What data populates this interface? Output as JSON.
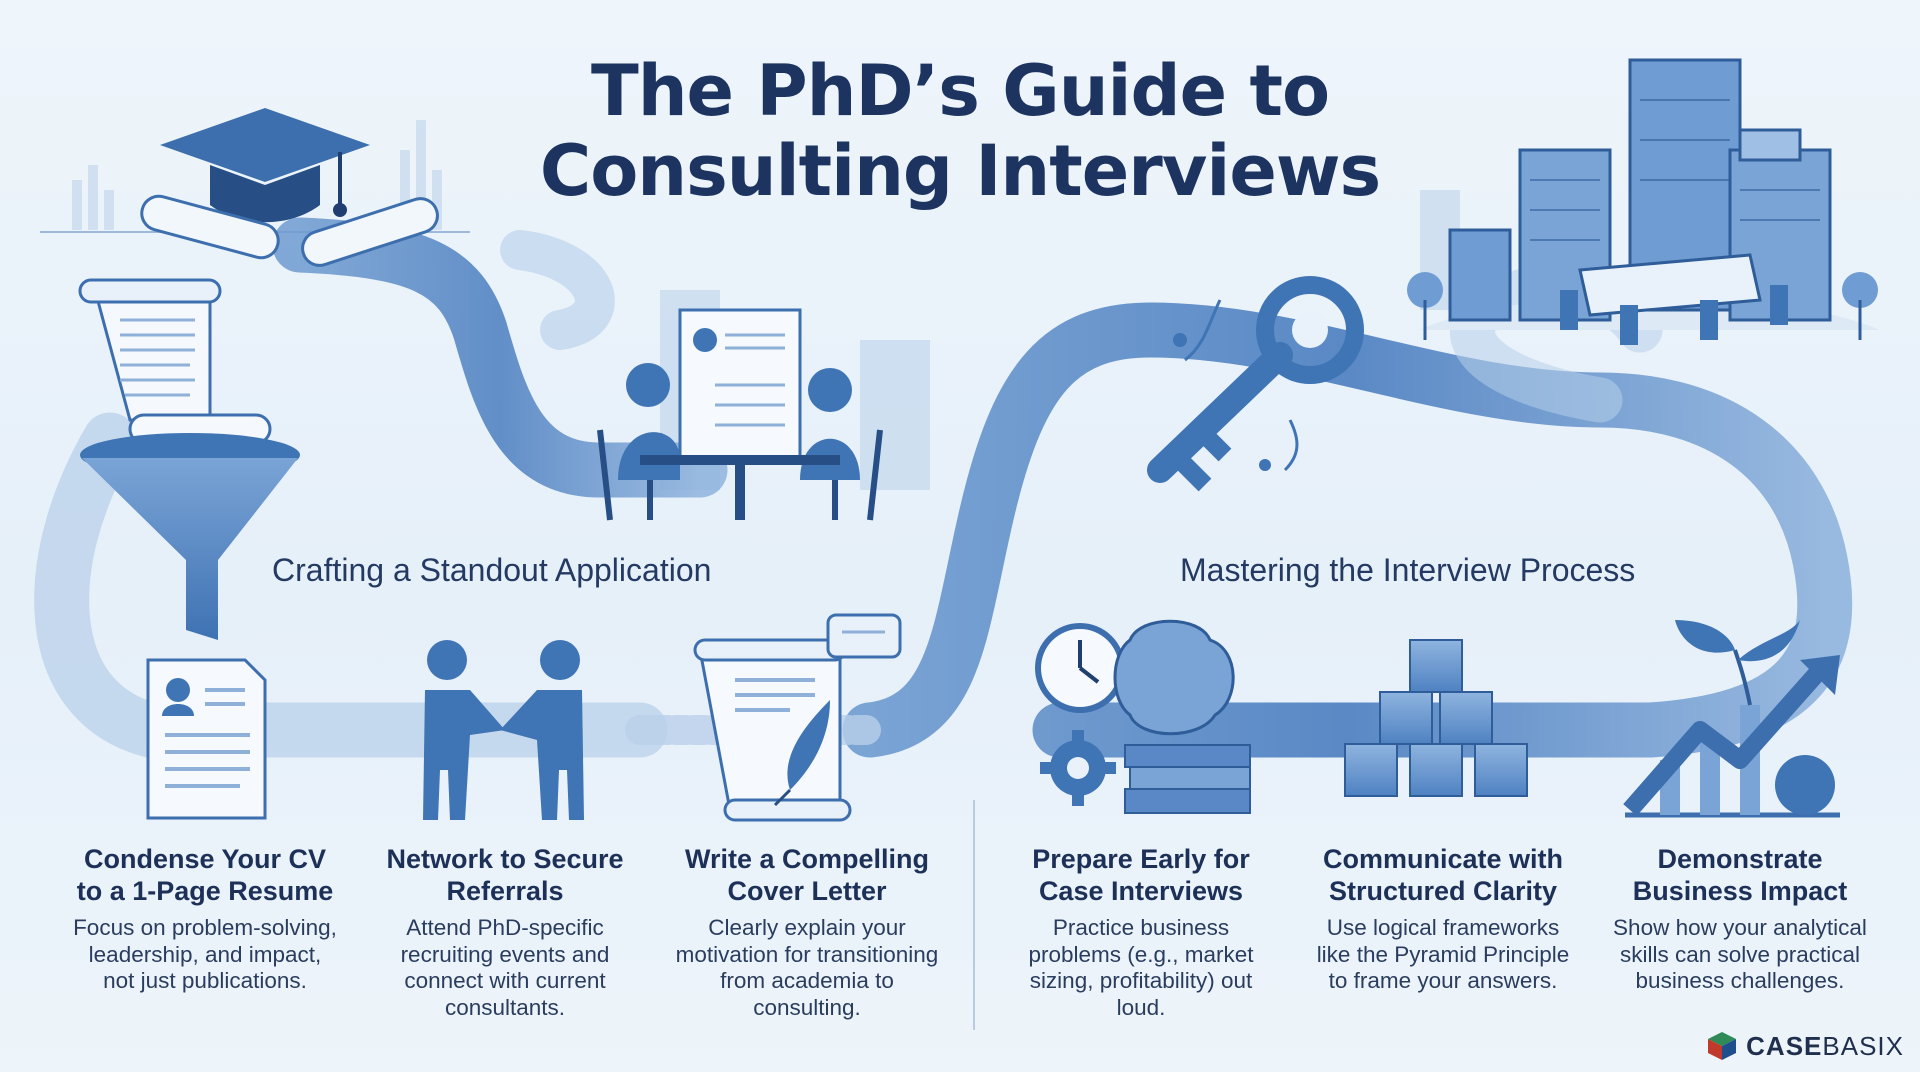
{
  "title": {
    "line1": "The PhD’s Guide to",
    "line2": "Consulting Interviews"
  },
  "sections": {
    "application": "Crafting a Standout Application",
    "interview": "Mastering the Interview Process"
  },
  "steps": [
    {
      "heading": "Condense Your CV to a 1-Page Resume",
      "description": "Focus on problem-solving, leadership, and impact, not just publications.",
      "icon": "resume-icon"
    },
    {
      "heading": "Network to Secure Referrals",
      "description": "Attend PhD-specific recruiting events and connect with current consultants.",
      "icon": "handshake-icon"
    },
    {
      "heading": "Write a Compelling Cover Letter",
      "description": "Clearly explain your motivation for transitioning from academia to consulting.",
      "icon": "quill-letter-icon"
    },
    {
      "heading": "Prepare Early for Case Interviews",
      "description": "Practice business problems (e.g., market sizing, profitability) out loud.",
      "icon": "brain-clock-icon"
    },
    {
      "heading": "Communicate with Structured Clarity",
      "description": "Use logical frameworks like the Pyramid Principle to frame your answers.",
      "icon": "cube-pyramid-icon"
    },
    {
      "heading": "Demonstrate Business Impact",
      "description": "Show how your analytical skills can solve practical business challenges.",
      "icon": "growth-chart-icon"
    }
  ],
  "brand": {
    "part1": "CASE",
    "part2": "BASIX"
  },
  "colors": {
    "primary": "#3f74b5",
    "dark": "#1d3461",
    "light": "#a9c6e6",
    "background": "#e9f2fa"
  }
}
